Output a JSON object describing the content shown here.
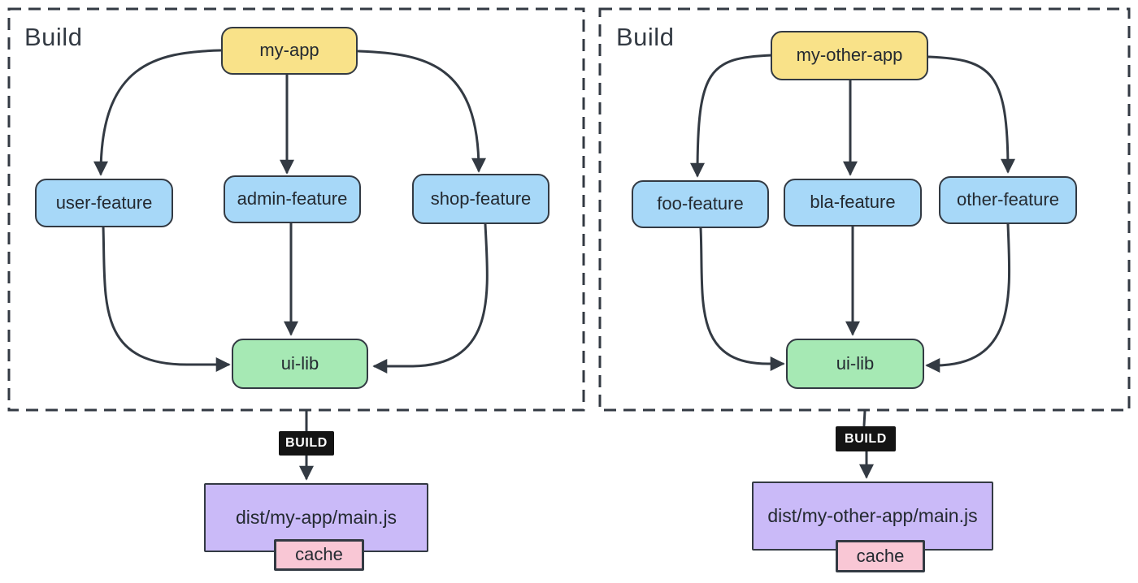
{
  "colors": {
    "yellow": "#F9E289",
    "blue": "#A7D8F8",
    "green": "#A6E9B4",
    "purple": "#CABAF8",
    "pink": "#F9C7D5",
    "stroke": "#333A43",
    "text": "#242A31",
    "badge_bg": "#141414",
    "badge_text": "#FFFFFF",
    "background": "#FFFFFF"
  },
  "diagram_left": {
    "group_label": "Build",
    "app_node": "my-app",
    "feature_nodes": [
      "user-feature",
      "admin-feature",
      "shop-feature"
    ],
    "lib_node": "ui-lib",
    "edge_label": "BUILD",
    "output_node": "dist/my-app/main.js",
    "cache_label": "cache"
  },
  "diagram_right": {
    "group_label": "Build",
    "app_node": "my-other-app",
    "feature_nodes": [
      "foo-feature",
      "bla-feature",
      "other-feature"
    ],
    "lib_node": "ui-lib",
    "edge_label": "BUILD",
    "output_node": "dist/my-other-app/main.js",
    "cache_label": "cache"
  }
}
